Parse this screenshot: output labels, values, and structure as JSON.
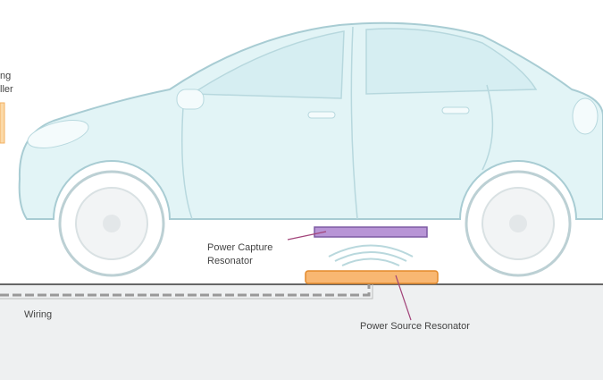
{
  "labels": {
    "controller_partial_1": "ng",
    "controller_partial_2": "ller",
    "power_capture_1": "Power Capture",
    "power_capture_2": "Resonator",
    "wiring": "Wiring",
    "power_source": "Power Source Resonator"
  },
  "colors": {
    "car_body": "#e2f4f6",
    "car_outline": "#a8ccd3",
    "capture_resonator": "#a57bc6",
    "source_resonator": "#f6b36d",
    "ground": "#eef0f1"
  }
}
